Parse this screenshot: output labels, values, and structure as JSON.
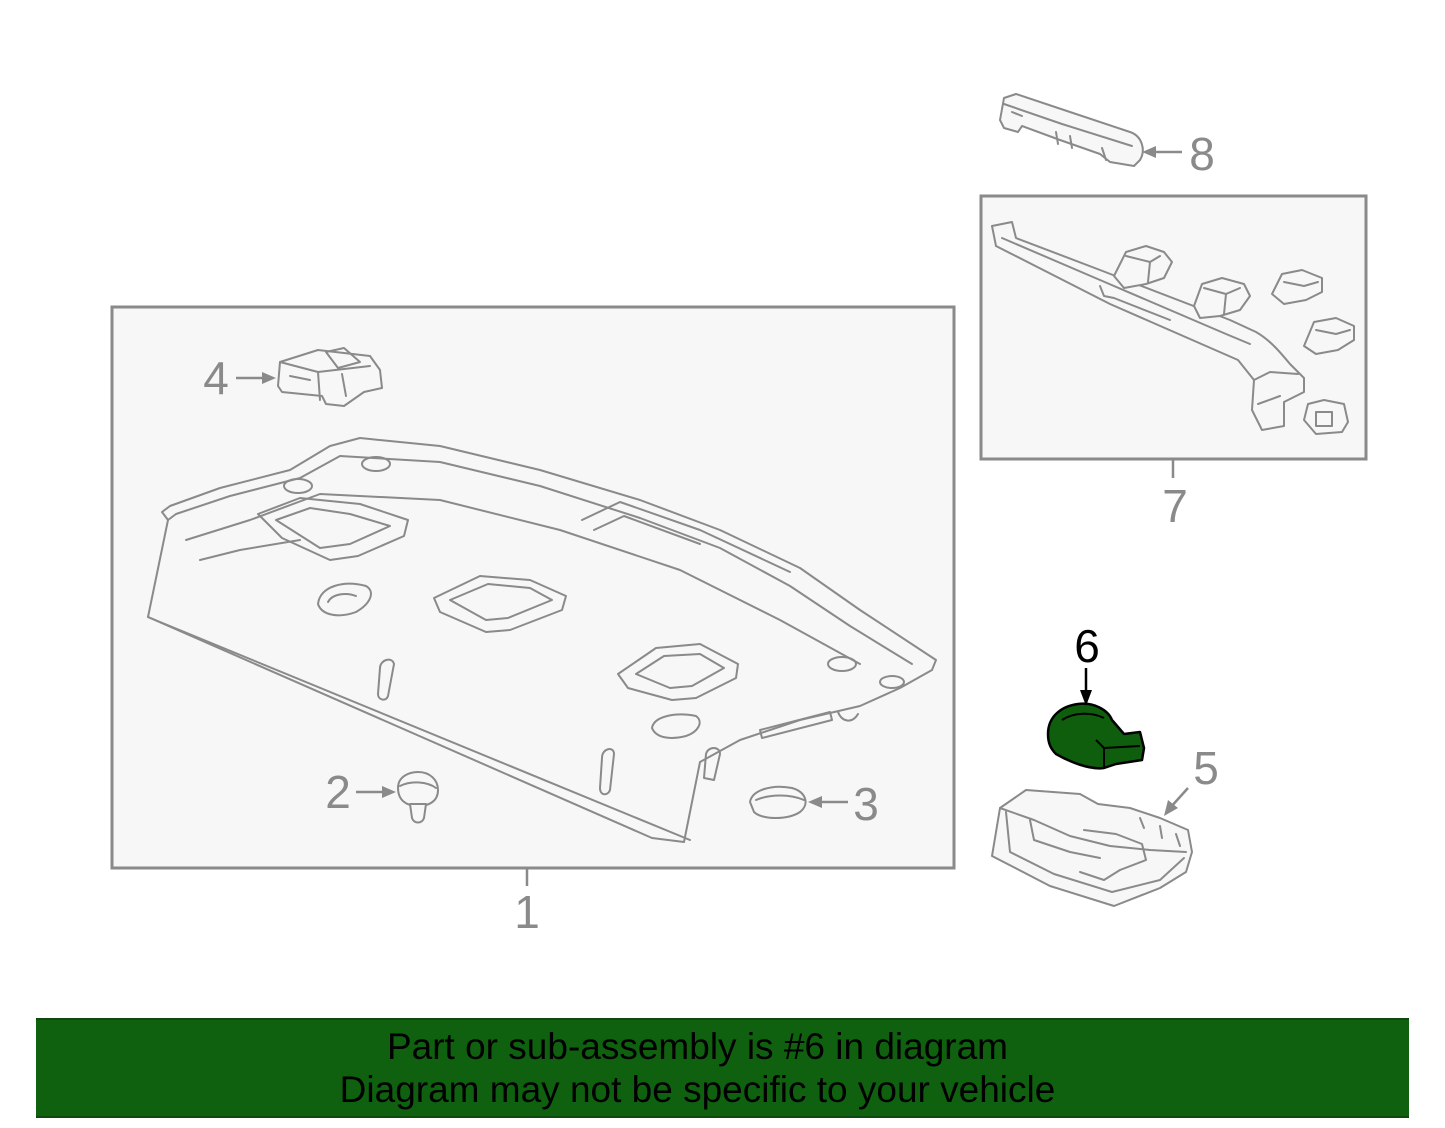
{
  "diagram": {
    "callouts": [
      {
        "id": "1",
        "label": "1"
      },
      {
        "id": "2",
        "label": "2"
      },
      {
        "id": "3",
        "label": "3"
      },
      {
        "id": "4",
        "label": "4"
      },
      {
        "id": "5",
        "label": "5"
      },
      {
        "id": "6",
        "label": "6"
      },
      {
        "id": "7",
        "label": "7"
      },
      {
        "id": "8",
        "label": "8"
      }
    ],
    "highlighted_part": "6",
    "colors": {
      "line": "#8a8a8a",
      "highlight_fill": "#0e5e0e",
      "highlight_stroke": "#000000",
      "banner_bg": "#0f600f",
      "frame_fill": "#f7f7f7"
    }
  },
  "banner": {
    "line1": "Part or sub-assembly is #6 in diagram",
    "line2": "Diagram may not be specific to your vehicle"
  }
}
